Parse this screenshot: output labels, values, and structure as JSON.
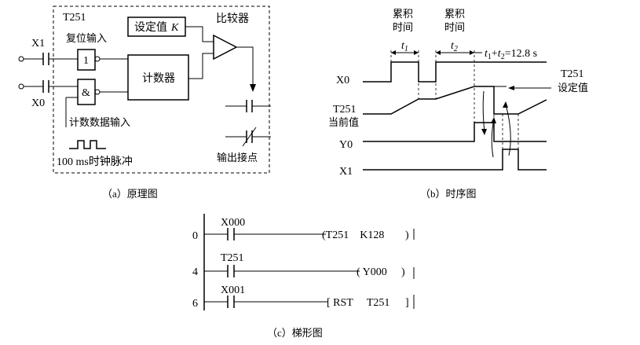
{
  "panel_a": {
    "timer_name": "T251",
    "setpoint_label": "设定值",
    "setpoint_var": "K",
    "comparator_label": "比较器",
    "input_x1": "X1",
    "input_x0": "X0",
    "reset_input_label": "复位输入",
    "or_gate_symbol": "1",
    "and_gate_symbol": "&",
    "counter_label": "计数器",
    "count_data_input_label": "计数数据输入",
    "clock_label": "100 ms时钟脉冲",
    "output_contacts_label": "输出接点",
    "caption": "（a）原理图"
  },
  "panel_b": {
    "accum_time_label_1": "累积\n时间",
    "accum_time_label_2": "累积\n时间",
    "t1": "t",
    "t1_sub": "1",
    "t2": "t",
    "t2_sub": "2",
    "sum_eq": "t1+t2=12.8 s",
    "rows": [
      "X0",
      "T251\n当前值",
      "Y0",
      "X1"
    ],
    "setpoint_annotation_line1": "T251",
    "setpoint_annotation_line2": "设定值",
    "caption": "（b）时序图"
  },
  "panel_c": {
    "rungs": [
      {
        "step": "0",
        "contact": "X000",
        "instruction": "(T251    K128"
      },
      {
        "step": "4",
        "contact": "T251",
        "instruction": "( Y000"
      },
      {
        "step": "6",
        "contact": "X001",
        "instruction": "[ RST     T251"
      }
    ],
    "caption": "（c）梯形图"
  }
}
